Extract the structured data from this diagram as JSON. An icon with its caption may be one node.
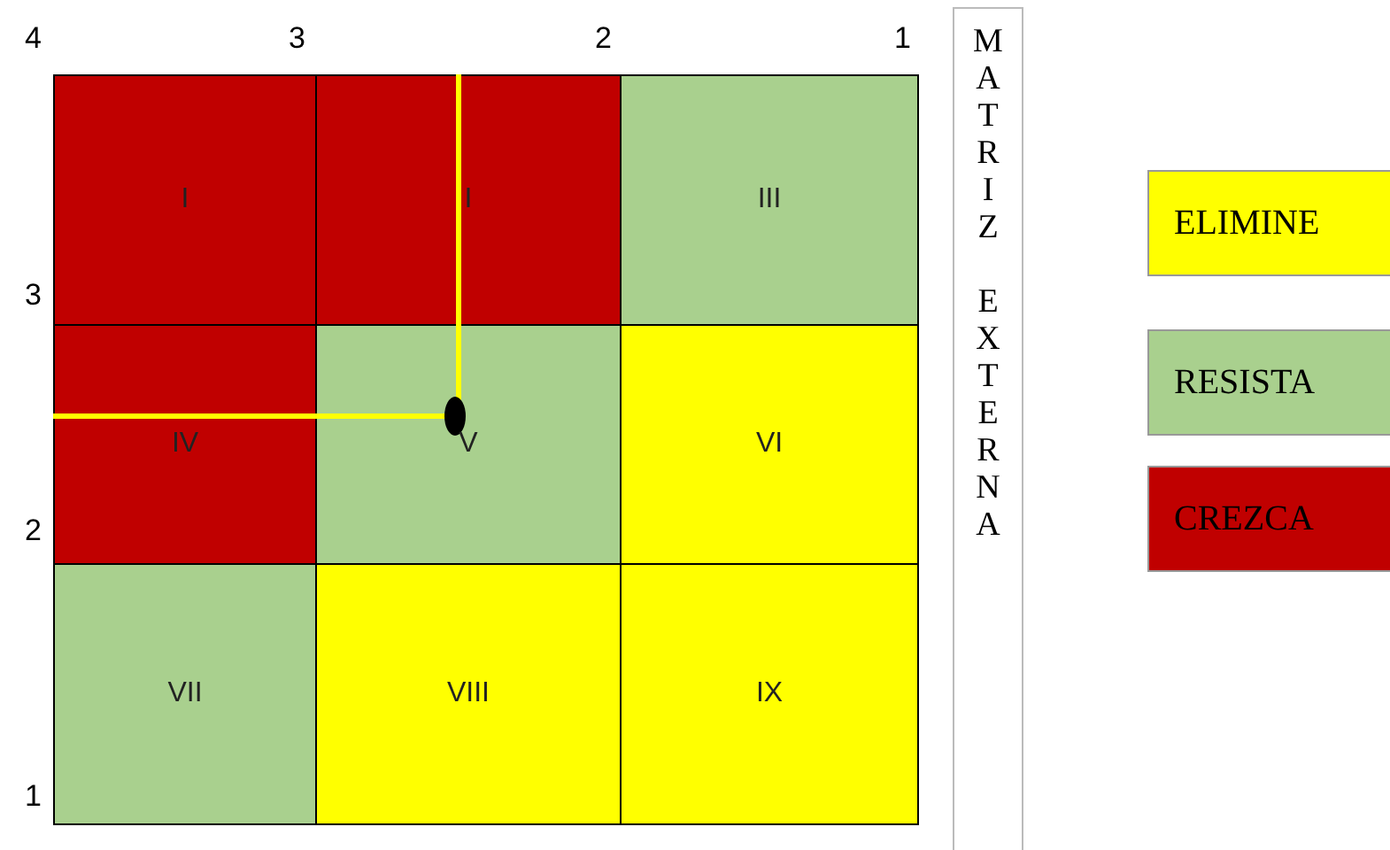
{
  "diagram": {
    "nodes": [
      {
        "text": [
          "I"
        ]
      },
      {
        "text": [
          "I"
        ]
      },
      {
        "text": [
          "III"
        ]
      },
      {
        "text": [
          "IV"
        ]
      },
      {
        "text": [
          "V"
        ]
      },
      {
        "text": [
          "VI"
        ]
      },
      {
        "text": [
          "VII"
        ]
      },
      {
        "text": [
          "VIII"
        ]
      },
      {
        "text": [
          "IX"
        ]
      },
      {
        "text": [
          "MATRIZ EXTERNA"
        ]
      }
    ],
    "edges": [],
    "labels": [
      "4",
      "3",
      "2",
      "1",
      "3",
      "2",
      "1"
    ],
    "legend": [
      {
        "text": "ELIMINE",
        "color": "#ffff00"
      },
      {
        "text": "RESISTA",
        "color": "#a9d08e"
      },
      {
        "text": "CREZCA",
        "color": "#c00000"
      }
    ]
  }
}
